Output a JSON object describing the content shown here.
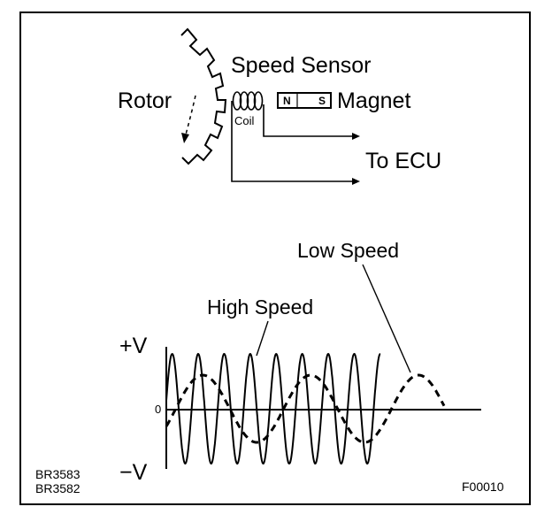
{
  "labels": {
    "speed_sensor": "Speed Sensor",
    "rotor": "Rotor",
    "magnet": "Magnet",
    "coil": "Coil",
    "magnet_n": "N",
    "magnet_s": "S",
    "to_ecu": "To ECU",
    "low_speed": "Low Speed",
    "high_speed": "High Speed",
    "plus_v": "+V",
    "minus_v": "−V",
    "origin": "0"
  },
  "codes": {
    "ref1": "BR3583",
    "ref2": "BR3582",
    "figure": "F00010"
  },
  "colors": {
    "line": "#000000",
    "background": "#ffffff"
  }
}
